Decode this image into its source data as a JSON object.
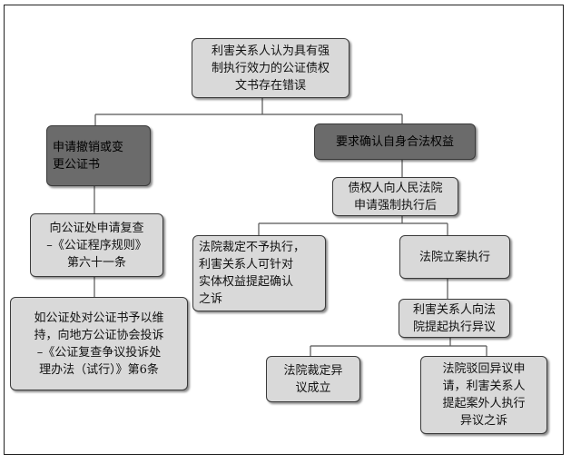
{
  "nodes": {
    "root": "利害关系人认为具有强\n制执行效力的公证债权\n文书存在错误",
    "revoke": "申请撤销或变\n更公证书",
    "confirm": "要求确认自身合法权益",
    "review": "向公证处申请复查\n–《公证程序规则》\n第六十一条",
    "creditor": "债权人向人民法院\n申请强制执行后",
    "complaint": "如公证处对公证书予以维\n持，向地方公证协会投诉\n–《公证复查争议投诉处\n理办法（试行）》第6条",
    "no_enforce": "法院裁定不予执行，\n利害关系人可针对\n实体权益提起确认\n之诉",
    "enforce": "法院立案执行",
    "objection": "利害关系人向法\n院提起执行异议",
    "upheld": "法院裁定异\n议成立",
    "rejected": "法院驳回异议申\n请，利害关系人\n提起案外人执行\n异议之诉"
  },
  "colors": {
    "box_light": "#d9d9d9",
    "box_dark": "#6b6b6b",
    "line": "#555555"
  }
}
